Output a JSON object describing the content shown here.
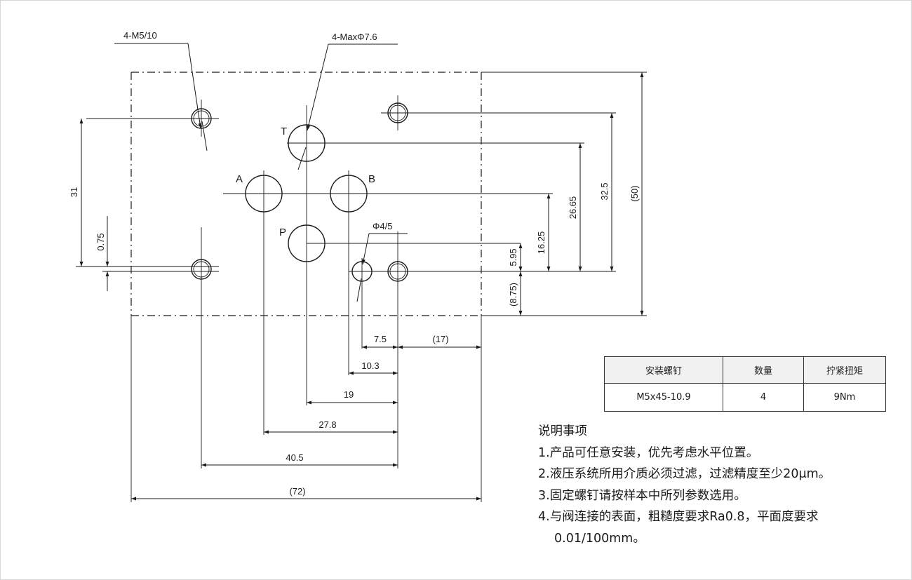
{
  "drawing": {
    "port_labels": {
      "T": "T",
      "A": "A",
      "B": "B",
      "P": "P"
    },
    "callouts": {
      "screw_holes": "4-M5/10",
      "port_holes": "4-MaxΦ7.6",
      "pin_hole": "Φ4/5"
    },
    "dimensions": {
      "d31": "31",
      "d075": "0.75",
      "d595": "5.95",
      "d875": "(8.75)",
      "d1625": "16.25",
      "d2665": "26.65",
      "d325": "32.5",
      "d50": "(50)",
      "d75": "7.5",
      "d17": "(17)",
      "d103": "10.3",
      "d19": "19",
      "d278": "27.8",
      "d405": "40.5",
      "d72": "(72)"
    }
  },
  "spec_table": {
    "headers": [
      "安装螺钉",
      "数量",
      "拧紧扭矩"
    ],
    "row": [
      "M5x45-10.9",
      "4",
      "9Nm"
    ]
  },
  "notes": {
    "title": "说明事项",
    "items": [
      "1.产品可任意安装，优先考虑水平位置。",
      "2.液压系统所用介质必须过滤，过滤精度至少20μm。",
      "3.固定螺钉请按样本中所列参数选用。",
      "4.与阀连接的表面，粗糙度要求Ra0.8，平面度要求",
      "0.01/100mm。"
    ]
  }
}
